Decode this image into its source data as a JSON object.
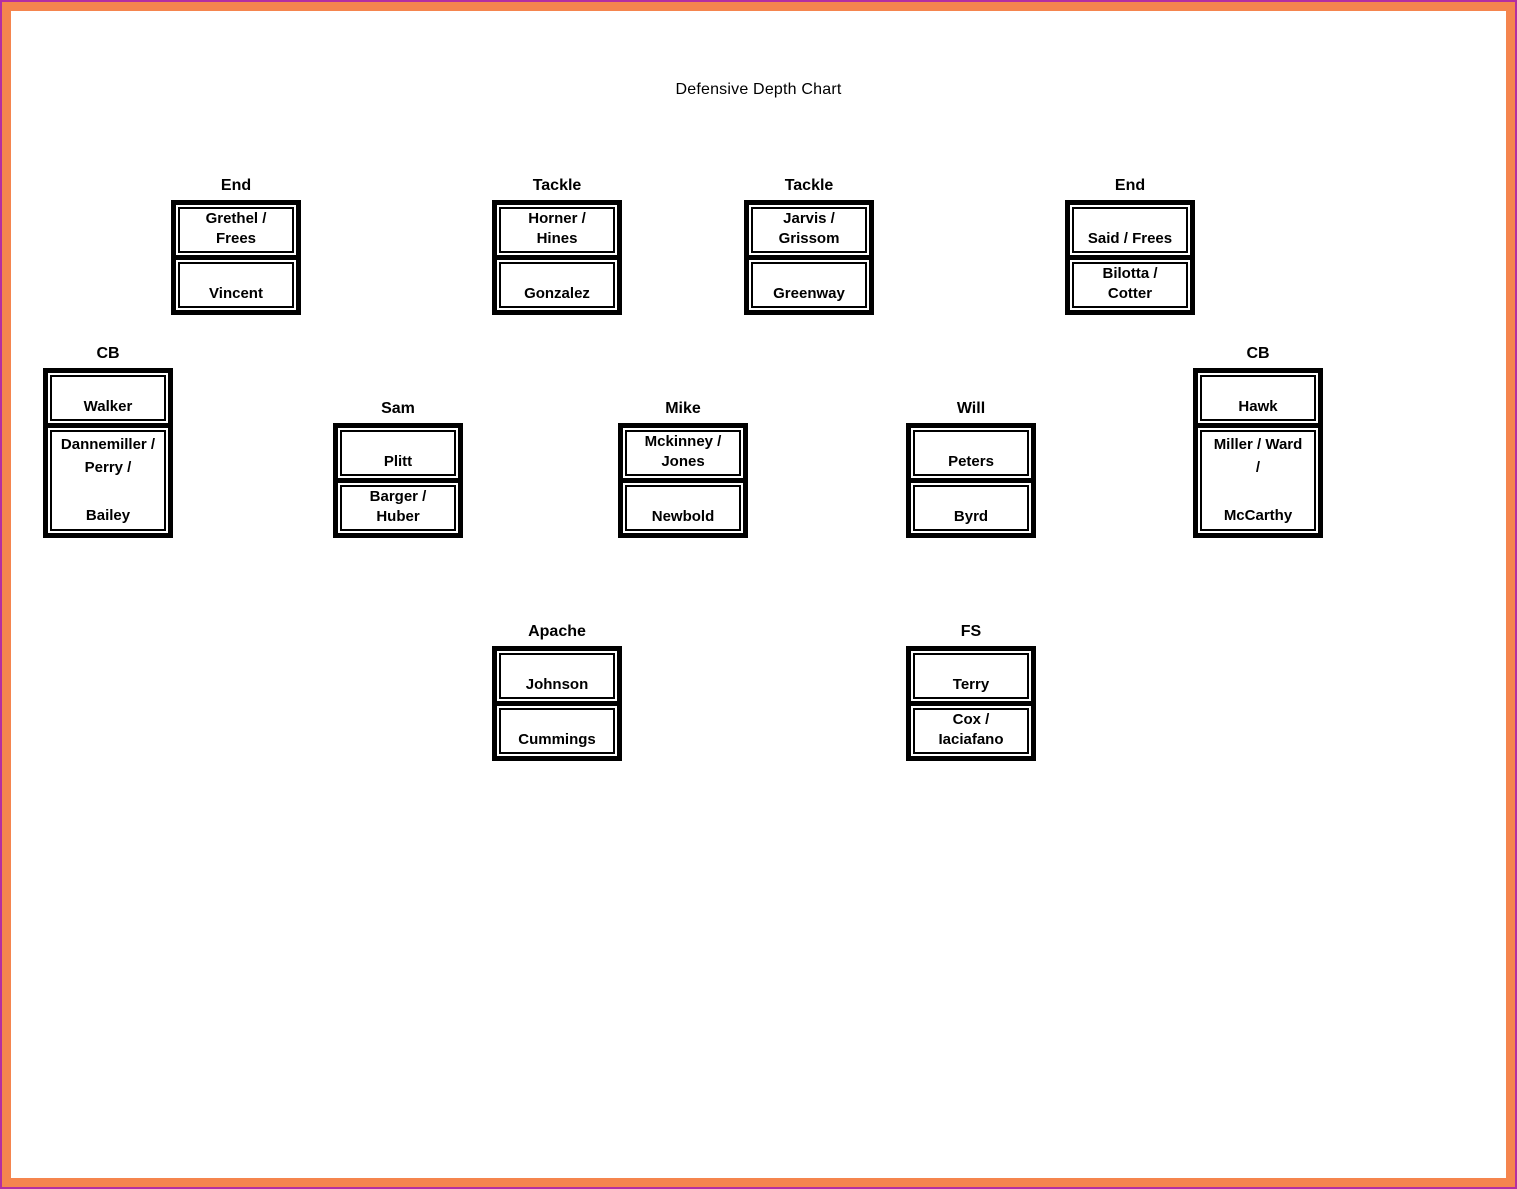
{
  "title": "Defensive Depth Chart",
  "colors": {
    "page_border_outer": "#b42fa1",
    "page_border_inner": "#f5854e",
    "box_border": "#000000",
    "text": "#000000",
    "background": "#ffffff"
  },
  "groups": [
    {
      "id": "end-left",
      "label": "End",
      "cells": [
        {
          "lines": [
            "Grethel /",
            "Frees"
          ]
        },
        {
          "lines": [
            "Vincent"
          ]
        }
      ]
    },
    {
      "id": "tackle-left",
      "label": "Tackle",
      "cells": [
        {
          "lines": [
            "Horner /",
            "Hines"
          ]
        },
        {
          "lines": [
            "Gonzalez"
          ]
        }
      ]
    },
    {
      "id": "tackle-right",
      "label": "Tackle",
      "cells": [
        {
          "lines": [
            "Jarvis /",
            "Grissom"
          ]
        },
        {
          "lines": [
            "Greenway"
          ]
        }
      ]
    },
    {
      "id": "end-right",
      "label": "End",
      "cells": [
        {
          "lines": [
            "Said / Frees"
          ]
        },
        {
          "lines": [
            "Bilotta /",
            "Cotter"
          ]
        }
      ]
    },
    {
      "id": "cb-left",
      "label": "CB",
      "cells": [
        {
          "lines": [
            "Walker"
          ]
        },
        {
          "lines": [
            "Dannemiller /",
            "Perry /"
          ],
          "last": "Bailey"
        }
      ]
    },
    {
      "id": "sam",
      "label": "Sam",
      "cells": [
        {
          "lines": [
            "Plitt"
          ]
        },
        {
          "lines": [
            "Barger /",
            "Huber"
          ]
        }
      ]
    },
    {
      "id": "mike",
      "label": "Mike",
      "cells": [
        {
          "lines": [
            "Mckinney /",
            "Jones"
          ]
        },
        {
          "lines": [
            "Newbold"
          ]
        }
      ]
    },
    {
      "id": "will",
      "label": "Will",
      "cells": [
        {
          "lines": [
            "Peters"
          ]
        },
        {
          "lines": [
            "Byrd"
          ]
        }
      ]
    },
    {
      "id": "cb-right",
      "label": "CB",
      "cells": [
        {
          "lines": [
            "Hawk"
          ]
        },
        {
          "lines": [
            "Miller / Ward",
            "/"
          ],
          "last": "McCarthy"
        }
      ]
    },
    {
      "id": "apache",
      "label": "Apache",
      "cells": [
        {
          "lines": [
            "Johnson"
          ]
        },
        {
          "lines": [
            "Cummings"
          ]
        }
      ]
    },
    {
      "id": "fs",
      "label": "FS",
      "cells": [
        {
          "lines": [
            "Terry"
          ]
        },
        {
          "lines": [
            "Cox /",
            "Iaciafano"
          ]
        }
      ]
    }
  ]
}
